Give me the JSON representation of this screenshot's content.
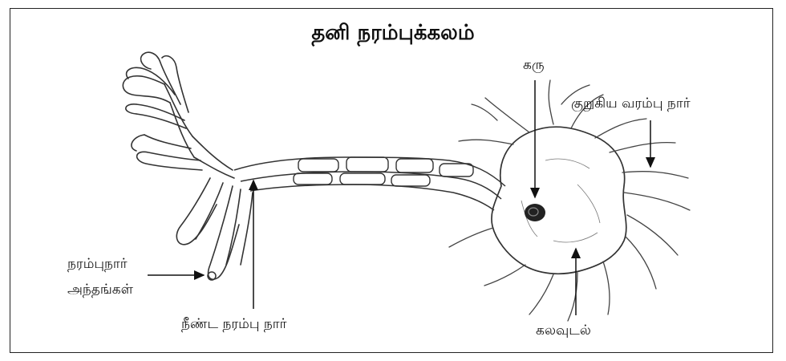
{
  "title": "தனி நரம்புக்கலம்",
  "labels": {
    "nucleus": "கரு",
    "dendrite": "குறுகிய வரம்பு நார்",
    "terminals_line1": "நரம்புநார்",
    "terminals_line2": "அந்தங்கள்",
    "axon": "நீண்ட நரம்பு நார்",
    "cell_body": "கலவுடல்"
  }
}
